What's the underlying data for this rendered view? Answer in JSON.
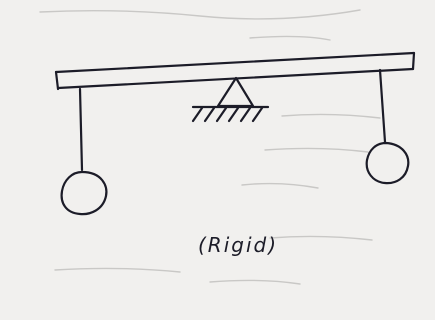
{
  "diagram": {
    "caption": "(Rigid)",
    "ink_color": "#1c1c28",
    "paper_color": "#f1f0ee",
    "parts": [
      "rigid-beam",
      "pivot-support",
      "left-pendulum",
      "right-pendulum"
    ]
  }
}
